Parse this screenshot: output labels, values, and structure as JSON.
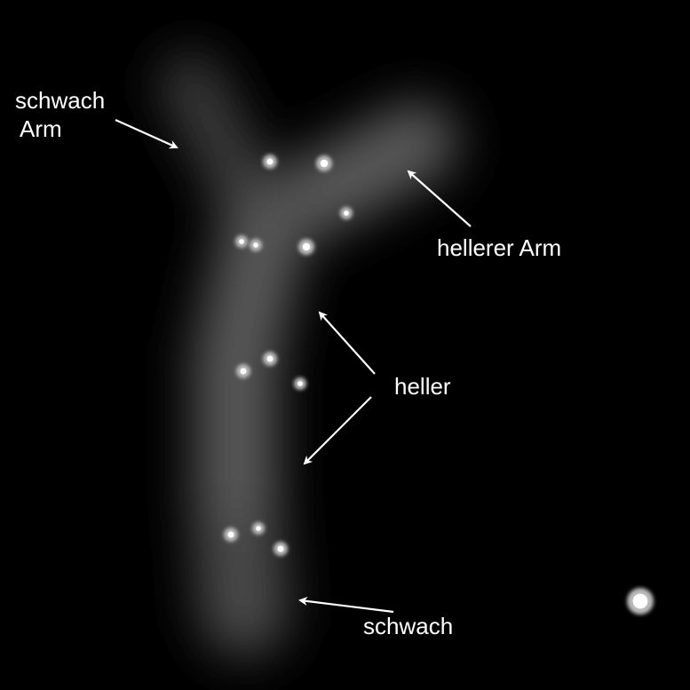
{
  "labels": {
    "faint_arm_line1": "schwach",
    "faint_arm_line2": "Arm",
    "brighter_arm": "hellerer Arm",
    "brighter": "heller",
    "faint": "schwach"
  },
  "colors": {
    "background": "#000000",
    "text": "#ffffff",
    "glow": "#9a9a9a"
  }
}
